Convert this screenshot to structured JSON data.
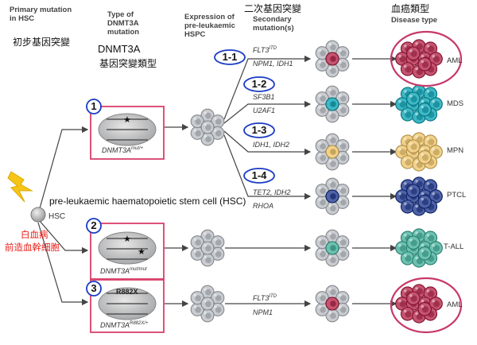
{
  "headers": {
    "primary_mutation": [
      "Primary mutation",
      "in HSC"
    ],
    "primary_mutation_cn": "初步基因突變",
    "type_of_mutation": [
      "Type of",
      "DNMT3A",
      "mutation"
    ],
    "type_of_mutation_cn1": "DNMT3A",
    "type_of_mutation_cn2": "基因突變類型",
    "expression": [
      "Expression of",
      "pre-leukaemic",
      "HSPC"
    ],
    "secondary_cn": "二次基因突變",
    "secondary": [
      "Secondary",
      "mutation(s)"
    ],
    "disease_cn": "血癌類型",
    "disease": "Disease type"
  },
  "hsc": {
    "label": "HSC",
    "cn_line1": "白血病",
    "cn_line2": "前造血幹細胞",
    "caption": "pre-leukaemic haematopoietic stem cell (HSC)"
  },
  "mutation_types": [
    {
      "number": "1",
      "label": "DNMT3A",
      "sup": "mut/+"
    },
    {
      "number": "2",
      "label": "DNMT3A",
      "sup": "mut/mut"
    },
    {
      "number": "3",
      "label": "DNMT3A",
      "sup": "R882X/+",
      "inner_text": "R882X"
    }
  ],
  "secondary_mutations": [
    {
      "tag": "1-1",
      "genes": [
        [
          "FLT3",
          "ITD",
          ""
        ],
        [
          "NPM1, IDH1",
          "",
          ""
        ]
      ],
      "disease": "AML"
    },
    {
      "tag": "1-2",
      "genes": [
        [
          "SF3B1",
          "",
          ""
        ],
        [
          "U2AF1",
          "",
          ""
        ]
      ],
      "disease": "MDS"
    },
    {
      "tag": "1-3",
      "genes": [
        [
          "IDH1, IDH2",
          "",
          ""
        ]
      ],
      "disease": "MPN"
    },
    {
      "tag": "1-4",
      "genes": [
        [
          "TET2, IDH2",
          "",
          ""
        ],
        [
          "RHOA",
          "",
          ""
        ]
      ],
      "disease": "PTCL"
    },
    {
      "tag": "",
      "genes": [],
      "disease": "T-ALL"
    },
    {
      "tag": "",
      "genes": [
        [
          "FLT3",
          "ITD",
          ""
        ],
        [
          "NPM1",
          "",
          ""
        ]
      ],
      "disease": "AML"
    }
  ],
  "colors": {
    "cell_grey": "#c9cdd1",
    "aml": "#c45470",
    "mds": "#3fb7c4",
    "mpn": "#f2d28b",
    "ptcl": "#4f63a6",
    "tall": "#6cc1b0",
    "highlight_red": "#e8201a",
    "box_pink": "#d9406a",
    "tag_blue": "#1a3bc4",
    "ellipse_magenta": "#c8386a"
  }
}
